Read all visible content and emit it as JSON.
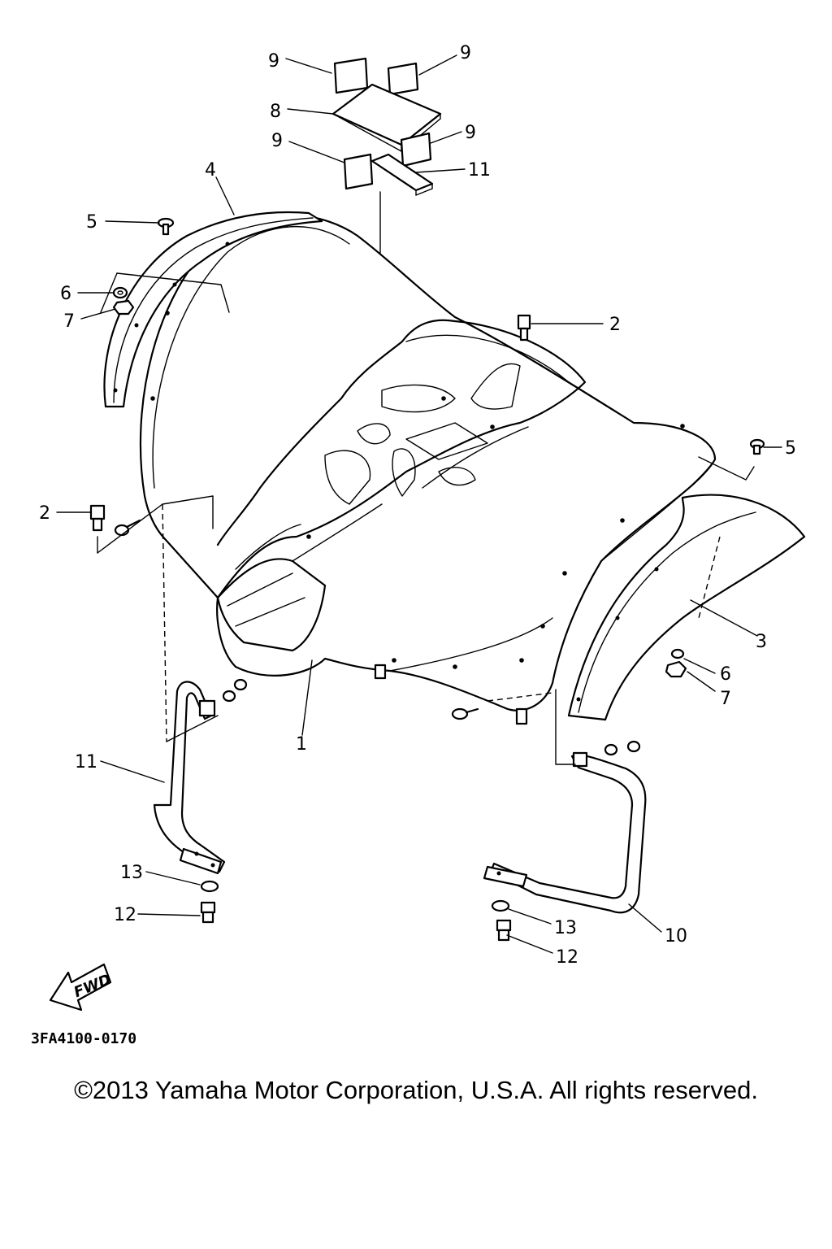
{
  "diagram": {
    "callouts": {
      "c9a": "9",
      "c9b": "9",
      "c8": "8",
      "c9c": "9",
      "c9d": "9",
      "c11a": "11",
      "c4": "4",
      "c5a": "5",
      "c6a": "6",
      "c7a": "7",
      "c2a": "2",
      "c5b": "5",
      "c2b": "2",
      "c3": "3",
      "c6b": "6",
      "c7b": "7",
      "c1": "1",
      "c11b": "11",
      "c13a": "13",
      "c12a": "12",
      "c13b": "13",
      "c12b": "12",
      "c10": "10"
    },
    "fwd_label": "FWD",
    "drawing_code": "3FA4100-0170"
  },
  "copyright": "©2013 Yamaha Motor Corporation, U.S.A. All rights reserved."
}
